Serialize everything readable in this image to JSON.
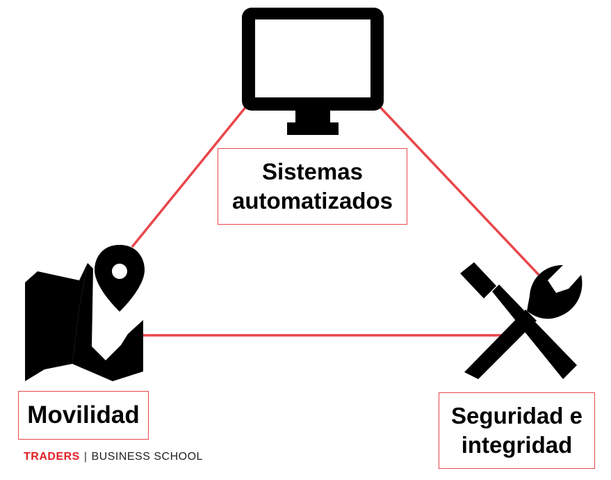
{
  "nodes": {
    "top": {
      "icon": "monitor-icon",
      "lines": [
        "Sistemas",
        "automatizados"
      ]
    },
    "left": {
      "icon": "map-pin-icon",
      "lines": [
        "Movilidad"
      ]
    },
    "right": {
      "icon": "tools-icon",
      "lines": [
        "Seguridad e",
        "integridad"
      ]
    }
  },
  "footer": {
    "brand": "TRADERS",
    "separator": "|",
    "rest": "BUSINESS SCHOOL"
  },
  "colors": {
    "connector": "#e8474b",
    "brand": "#e02027",
    "icon": "#000000"
  }
}
